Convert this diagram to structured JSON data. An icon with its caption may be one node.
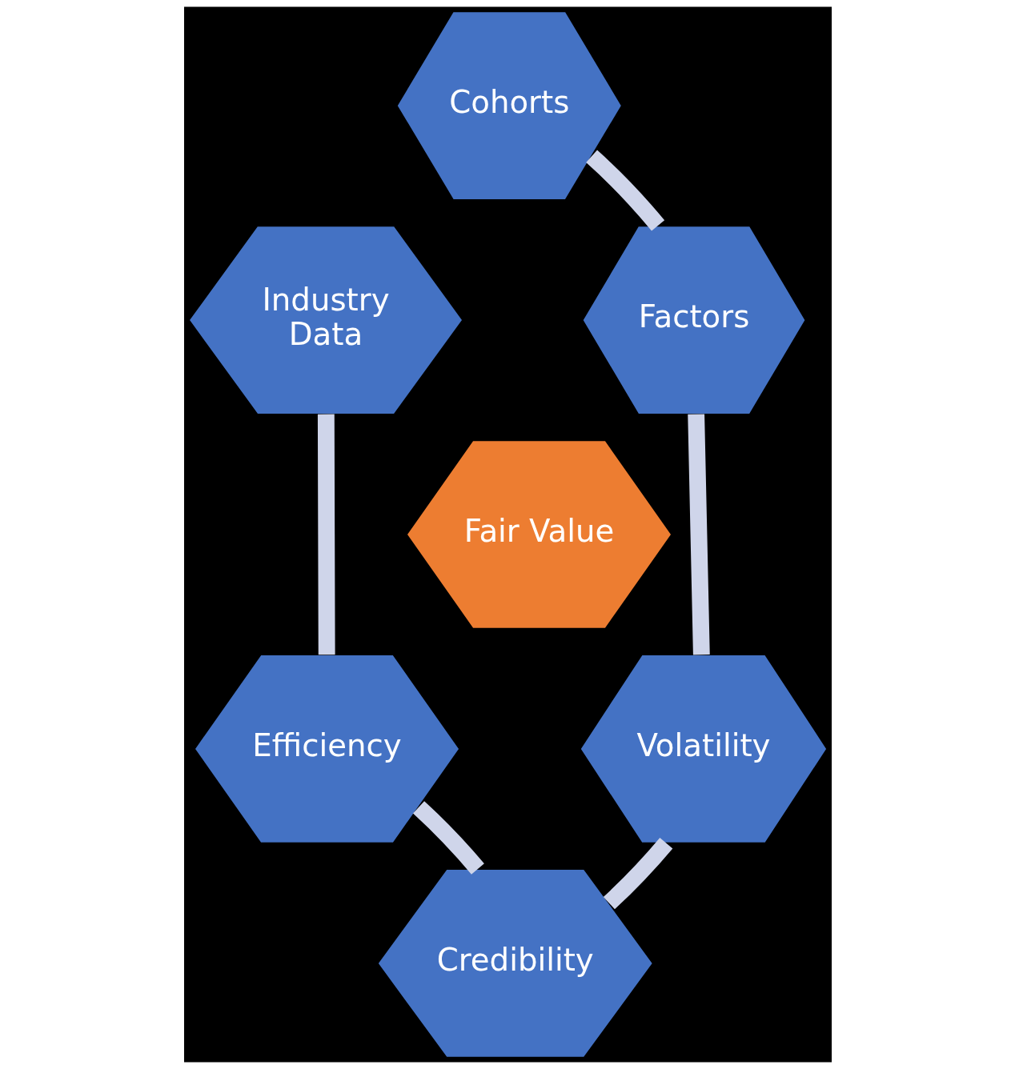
{
  "diagram": {
    "nodes": [
      {
        "text": [
          "Cohorts"
        ]
      },
      {
        "text": [
          "Industry Data"
        ]
      },
      {
        "text": [
          "Factors"
        ]
      },
      {
        "text": [
          "Fair Value"
        ]
      },
      {
        "text": [
          "Efficiency"
        ]
      },
      {
        "text": [
          "Volatility"
        ]
      },
      {
        "text": [
          "Credibility"
        ]
      }
    ],
    "edges": [
      {
        "from": 0,
        "to": 2,
        "arrow": "none"
      },
      {
        "from": 2,
        "to": 5,
        "arrow": "none"
      },
      {
        "from": 5,
        "to": 6,
        "arrow": "none"
      },
      {
        "from": 6,
        "to": 4,
        "arrow": "none"
      },
      {
        "from": 4,
        "to": 1,
        "arrow": "none"
      }
    ]
  }
}
